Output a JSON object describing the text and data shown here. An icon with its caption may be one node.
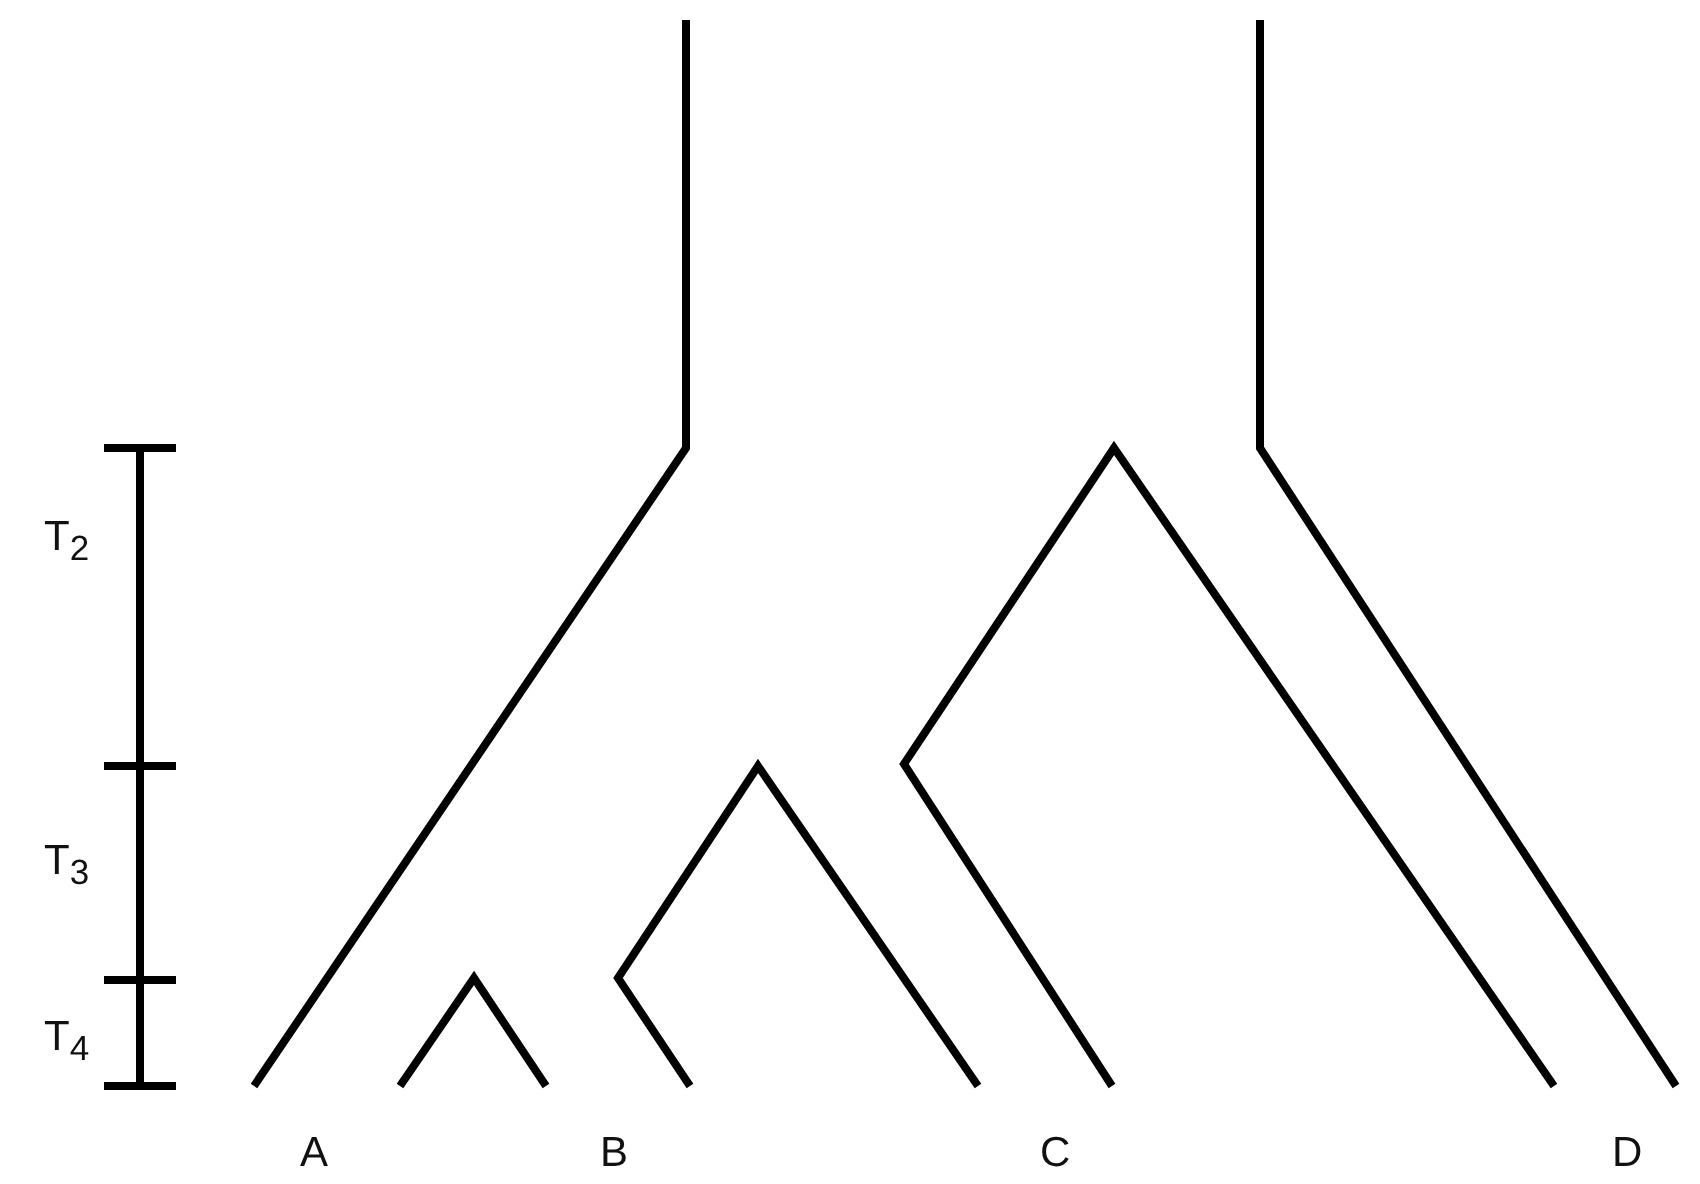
{
  "diagram": {
    "labels": [
      "T$_{2}$",
      "T$_{3}$",
      "T$_{4}$",
      "A",
      "B",
      "C",
      "D"
    ]
  }
}
